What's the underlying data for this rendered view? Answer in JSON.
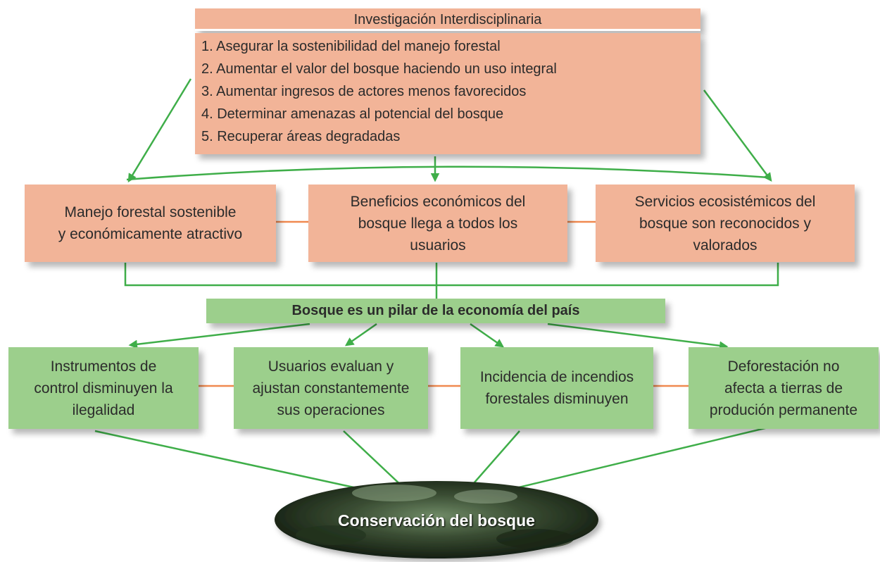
{
  "research": {
    "title": "Investigación Interdisciplinaria",
    "objectives": [
      "1. Asegurar la sostenibilidad del manejo forestal",
      "2. Aumentar el valor del bosque haciendo un uso integral",
      "3. Aumentar ingresos de actores menos favorecidos",
      "4. Determinar amenazas al potencial del bosque",
      "5. Recuperar áreas degradadas"
    ]
  },
  "outcomes": [
    {
      "line1": "Manejo forestal sostenible",
      "line2": "y económicamente atractivo",
      "line3": ""
    },
    {
      "line1": "Beneficios económicos del",
      "line2": "bosque llega a todos los",
      "line3": "usuarios"
    },
    {
      "line1": "Servicios ecosistémicos del",
      "line2": "bosque son reconocidos y",
      "line3": "valorados"
    }
  ],
  "pillar": "Bosque es un pilar de la economía del país",
  "impacts": [
    {
      "line1": "Instrumentos de",
      "line2": "control disminuyen la",
      "line3": "ilegalidad"
    },
    {
      "line1": "Usuarios evaluan y",
      "line2": "ajustan constantemente",
      "line3": "sus operaciones"
    },
    {
      "line1": "Incidencia de incendios",
      "line2": "forestales disminuyen",
      "line3": ""
    },
    {
      "line1": "Deforestación no",
      "line2": "afecta a tierras de",
      "line3": "produción permanente"
    }
  ],
  "goal": "Conservación del bosque",
  "colors": {
    "orange_box": "#f2b498",
    "green_box": "#9ccf8c",
    "arrow_green": "#3fae49",
    "link_orange": "#f08a50",
    "forest_dark": "#1d2b1a"
  }
}
